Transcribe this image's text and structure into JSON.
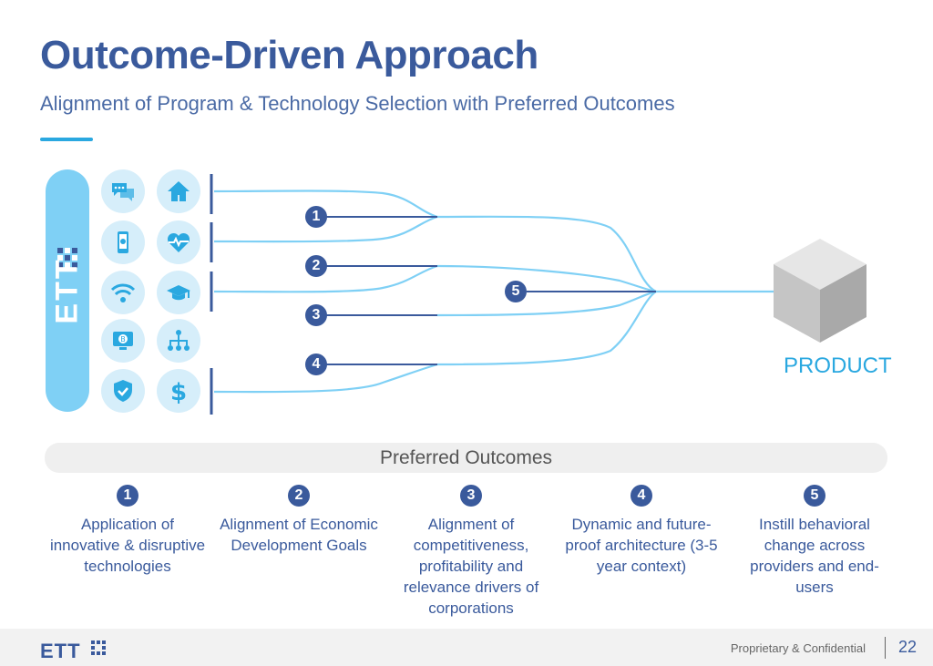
{
  "slide": {
    "title": "Outcome-Driven Approach",
    "subtitle": "Alignment of Program & Technology Selection with Preferred Outcomes"
  },
  "brand": {
    "text": "ETT"
  },
  "icons": [
    "chat-bubble-icon",
    "home-icon",
    "mobile-payment-icon",
    "heart-monitor-icon",
    "wifi-icon",
    "graduation-cap-icon",
    "bitcoin-monitor-icon",
    "hierarchy-icon",
    "shield-check-icon",
    "dollar-icon"
  ],
  "flow": {
    "markers": [
      "1",
      "2",
      "3",
      "4",
      "5"
    ],
    "product_label": "PRODUCT"
  },
  "outcomes": {
    "heading": "Preferred Outcomes",
    "items": [
      {
        "num": "1",
        "text": "Application of innovative & disruptive technologies"
      },
      {
        "num": "2",
        "text": "Alignment of Economic Development Goals"
      },
      {
        "num": "3",
        "text": "Alignment of competitiveness, profitability and relevance drivers of corporations"
      },
      {
        "num": "4",
        "text": "Dynamic and future-proof architecture (3-5 year context)"
      },
      {
        "num": "5",
        "text": "Instill behavioral change across providers and end-users"
      }
    ]
  },
  "footer": {
    "logo": "ETT",
    "confidential": "Proprietary & Confidential",
    "page": "22"
  },
  "colors": {
    "primary": "#3a5a9c",
    "accent": "#2aa8e0",
    "light": "#d6eefa",
    "pill": "#7fd0f5"
  }
}
